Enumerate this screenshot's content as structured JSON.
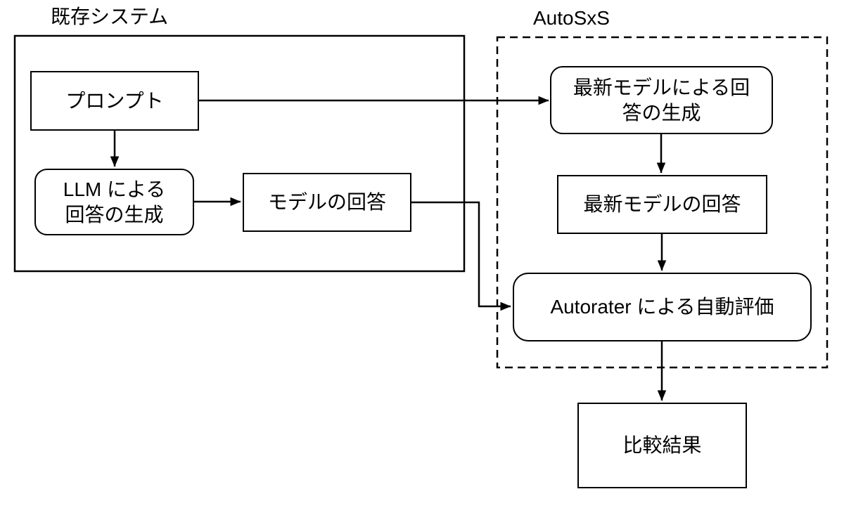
{
  "diagram": {
    "groups": [
      {
        "id": "existing-system",
        "label": "既存システム",
        "border_style": "solid"
      },
      {
        "id": "autosxs",
        "label": "AutoSxS",
        "border_style": "dashed"
      }
    ],
    "nodes": [
      {
        "id": "prompt",
        "label": "プロンプト",
        "shape": "rect",
        "group": "existing-system"
      },
      {
        "id": "llm-generation",
        "label": "LLM による\n回答の生成",
        "shape": "rounded",
        "group": "existing-system"
      },
      {
        "id": "model-answer",
        "label": "モデルの回答",
        "shape": "rect",
        "group": "existing-system"
      },
      {
        "id": "new-model-generation",
        "label": "最新モデルによる回\n答の生成",
        "shape": "rounded",
        "group": "autosxs"
      },
      {
        "id": "new-model-answer",
        "label": "最新モデルの回答",
        "shape": "rect",
        "group": "autosxs"
      },
      {
        "id": "autorater",
        "label": "Autorater による自動評価",
        "shape": "rounded",
        "group": "autosxs"
      },
      {
        "id": "comparison-result",
        "label": "比較結果",
        "shape": "rect",
        "group": null
      }
    ],
    "edges": [
      {
        "from": "prompt",
        "to": "new-model-generation"
      },
      {
        "from": "prompt",
        "to": "llm-generation"
      },
      {
        "from": "llm-generation",
        "to": "model-answer"
      },
      {
        "from": "model-answer",
        "to": "autorater"
      },
      {
        "from": "new-model-generation",
        "to": "new-model-answer"
      },
      {
        "from": "new-model-answer",
        "to": "autorater"
      },
      {
        "from": "autorater",
        "to": "comparison-result"
      }
    ],
    "colors": {
      "line": "#000000",
      "background": "#ffffff",
      "text": "#000000"
    }
  }
}
